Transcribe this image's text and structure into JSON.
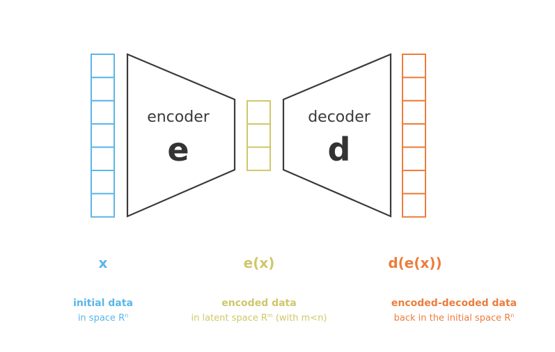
{
  "colors": {
    "input": "#5bb6e8",
    "latent": "#cfc76a",
    "output": "#ec7d3c",
    "outline": "#3a3a3a"
  },
  "encoder": {
    "title": "encoder",
    "symbol": "e"
  },
  "decoder": {
    "title": "decoder",
    "symbol": "d"
  },
  "input": {
    "cells": 7,
    "label": "x",
    "title": "initial data",
    "subtitle": "in space R",
    "superscript": "n"
  },
  "latent": {
    "cells": 3,
    "label": "e(x)",
    "title": "encoded data",
    "subtitle_before": "in latent space R",
    "superscript": "m",
    "subtitle_after": " (with m<n)"
  },
  "output": {
    "cells": 7,
    "label": "d(e(x))",
    "title": "encoded-decoded data",
    "subtitle": "back in the initial space R",
    "superscript": "n"
  }
}
